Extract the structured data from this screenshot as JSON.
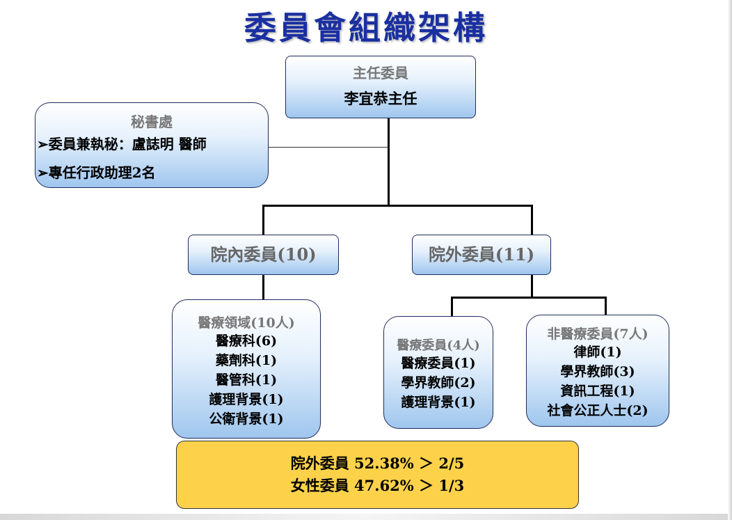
{
  "title": "委員會組織架構",
  "director": {
    "heading": "主任委員",
    "name": "李宜恭主任"
  },
  "secretariat": {
    "heading": "秘書處",
    "items": [
      "委員兼執秘：盧誌明 醫師",
      "專任行政助理2名"
    ]
  },
  "internal": {
    "label": "院內委員(10)",
    "detail": {
      "heading": "醫療領域(10人)",
      "rows": [
        "醫療科(6)",
        "藥劑科(1)",
        "醫管科(1)",
        "護理背景(1)",
        "公衛背景(1)"
      ]
    }
  },
  "external": {
    "label": "院外委員(11)",
    "medical": {
      "heading": "醫療委員(4人)",
      "rows": [
        "醫療委員(1)",
        "學界教師(2)",
        "護理背景(1)"
      ]
    },
    "nonmedical": {
      "heading": "非醫療委員(7人)",
      "rows": [
        "律師(1)",
        "學界教師(3)",
        "資訊工程(1)",
        "社會公正人士(2)"
      ]
    }
  },
  "summary": [
    "院外委員 52.38% ＞ 2/5",
    "女性委員 47.62% ＞ 1/3"
  ],
  "colors": {
    "title": "#1a2fa0",
    "summary_bg": "#fdd24a",
    "box_bottom": "#9fc6ee"
  }
}
